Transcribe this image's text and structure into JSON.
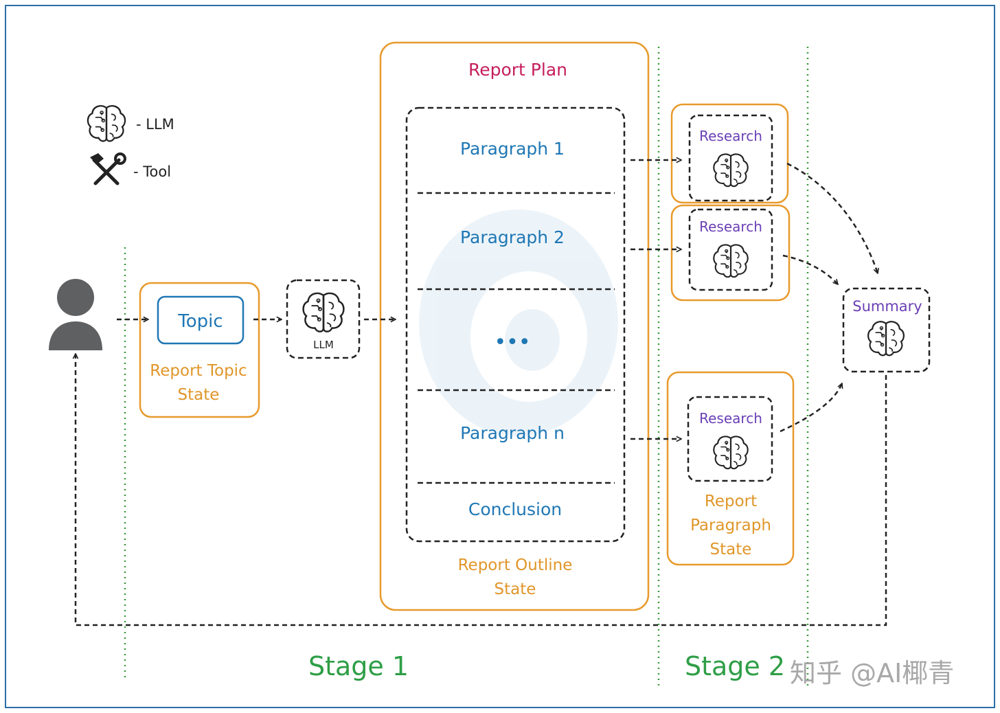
{
  "colors": {
    "frame": "#2a6ea8",
    "orange": "#e89a2c",
    "black": "#222222",
    "green_line": "#3a9a3a",
    "stage_text": "#2e9e46",
    "report_plan": "#c51f5c",
    "paragraph_text": "#1f77b4",
    "research_text": "#6a3fb5",
    "orange_text": "#e0962a",
    "person": "#5f6062",
    "watermark": "#9a9a9a"
  },
  "legend": {
    "llm_label": "- LLM",
    "tool_label": "- Tool",
    "llm_icon": "brain-icon",
    "tool_icon": "hammer-wrench-icon"
  },
  "user": {
    "icon": "person-icon"
  },
  "topic_state": {
    "topic": "Topic",
    "label_line1": "Report Topic",
    "label_line2": "State"
  },
  "llm_node": {
    "caption": "LLM"
  },
  "report_plan": {
    "title": "Report Plan",
    "paragraphs": [
      "Paragraph 1",
      "Paragraph 2",
      "•••",
      "Paragraph n",
      "Conclusion"
    ],
    "label_line1": "Report Outline",
    "label_line2": "State"
  },
  "research": {
    "r1": "Research",
    "r2": "Research",
    "r3": "Research",
    "state_line1": "Report",
    "state_line2": "Paragraph",
    "state_line3": "State"
  },
  "summary": {
    "label": "Summary"
  },
  "stages": {
    "stage1": "Stage 1",
    "stage2": "Stage 2"
  },
  "watermark": "知乎 @AI椰青"
}
